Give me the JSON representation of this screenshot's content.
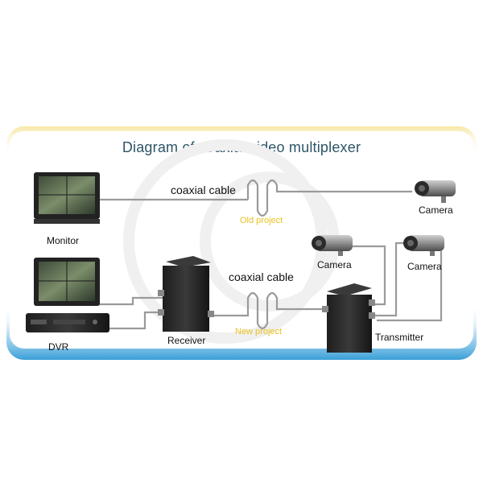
{
  "title": "Diagram of coaxial video multiplexer",
  "labels": {
    "monitor": "Monitor",
    "dvr": "DVR",
    "receiver": "Receiver",
    "transmitter": "Transmitter",
    "camera": "Camera",
    "coax_cable": "coaxial cable",
    "old_project": "Old project",
    "new_project": "New project"
  },
  "colors": {
    "panel_top": "#f7e7a6",
    "panel_bottom": "#3b9fd8",
    "title": "#2d5566",
    "project_label": "#e8c31f"
  },
  "icons": [
    "monitor-icon",
    "dvr-icon",
    "receiver-icon",
    "transmitter-icon",
    "camera-icon"
  ]
}
